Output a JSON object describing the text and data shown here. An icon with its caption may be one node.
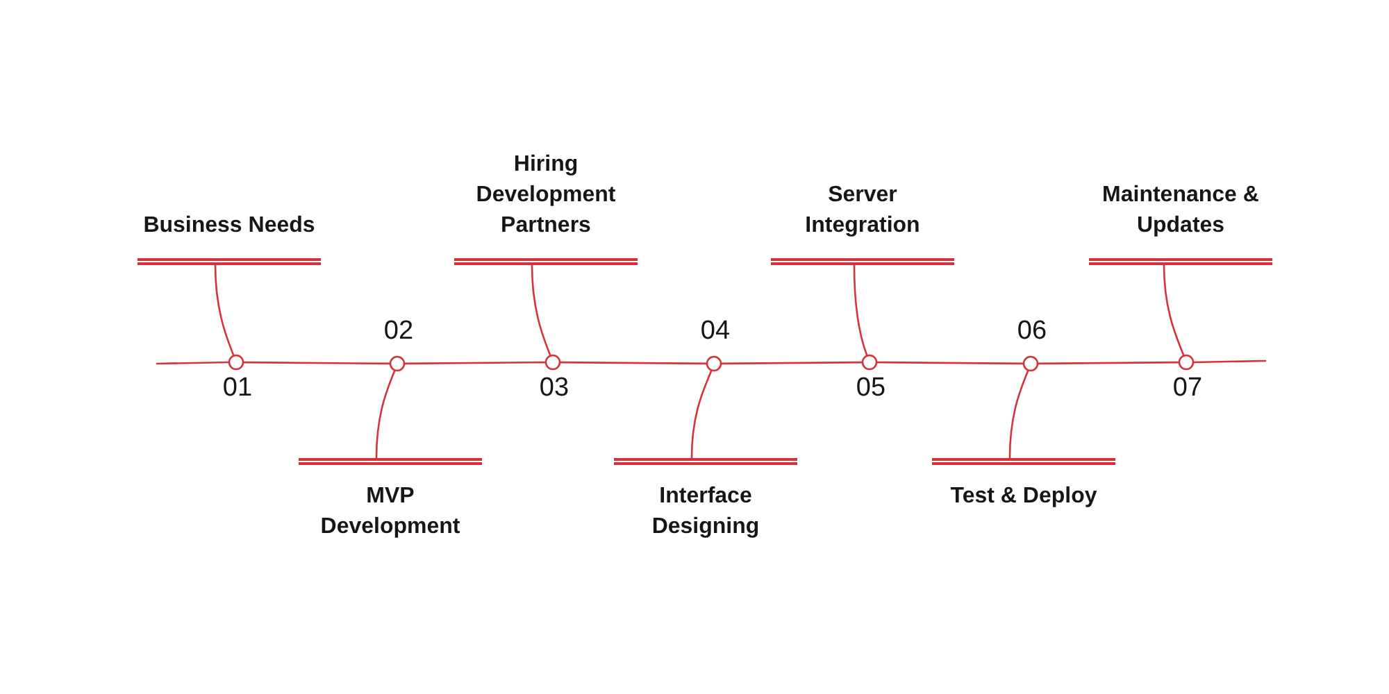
{
  "diagram": {
    "nodes": [
      {
        "text": [
          "Business Needs"
        ]
      },
      {
        "text": [],
        "shape": "circle",
        "beside": [
          "01"
        ]
      },
      {
        "text": [
          "MVP Development"
        ]
      },
      {
        "text": [],
        "shape": "circle",
        "beside": [
          "02"
        ]
      },
      {
        "text": [
          "Hiring Development Partners"
        ]
      },
      {
        "text": [],
        "shape": "circle",
        "beside": [
          "03"
        ]
      },
      {
        "text": [
          "Interface Designing"
        ]
      },
      {
        "text": [],
        "shape": "circle",
        "beside": [
          "04"
        ]
      },
      {
        "text": [
          "Server Integration"
        ]
      },
      {
        "text": [],
        "shape": "circle",
        "beside": [
          "05"
        ]
      },
      {
        "text": [
          "Test & Deploy"
        ]
      },
      {
        "text": [],
        "shape": "circle",
        "beside": [
          "06"
        ]
      },
      {
        "text": [
          "Maintenance & Updates"
        ]
      },
      {
        "text": [],
        "shape": "circle",
        "beside": [
          "07"
        ]
      }
    ],
    "edges": [
      {
        "from": null,
        "to": 1,
        "arrow": "none"
      },
      {
        "from": 0,
        "to": 1,
        "arrow": "none"
      },
      {
        "from": 1,
        "to": 3,
        "arrow": "none"
      },
      {
        "from": 2,
        "to": 3,
        "arrow": "none"
      },
      {
        "from": 3,
        "to": 5,
        "arrow": "none"
      },
      {
        "from": 4,
        "to": 5,
        "arrow": "none"
      },
      {
        "from": 5,
        "to": 7,
        "arrow": "none"
      },
      {
        "from": 6,
        "to": 7,
        "arrow": "none"
      },
      {
        "from": 7,
        "to": 9,
        "arrow": "none"
      },
      {
        "from": 8,
        "to": 9,
        "arrow": "none"
      },
      {
        "from": 9,
        "to": 11,
        "arrow": "none"
      },
      {
        "from": 10,
        "to": 11,
        "arrow": "none"
      },
      {
        "from": 11,
        "to": 13,
        "arrow": "none"
      },
      {
        "from": 12,
        "to": 13,
        "arrow": "none"
      },
      {
        "from": 13,
        "to": null,
        "arrow": "none"
      }
    ]
  }
}
